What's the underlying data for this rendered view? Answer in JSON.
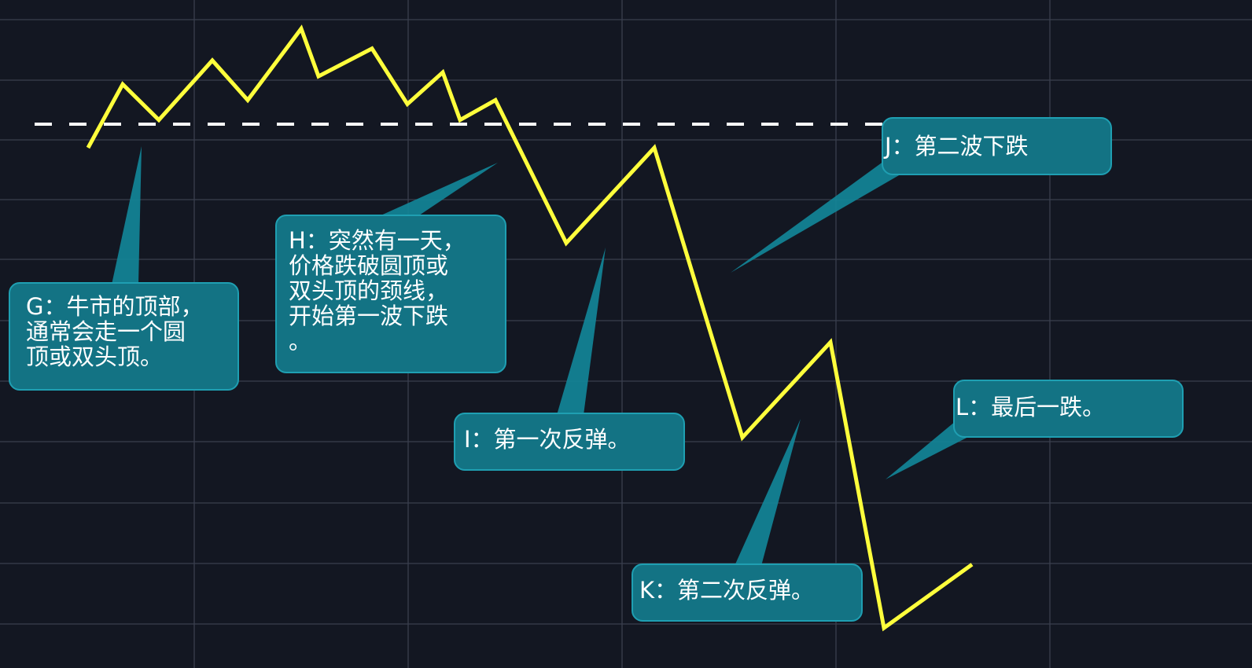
{
  "colors": {
    "background": "#131722",
    "grid": "#3a3f4e",
    "price_line": "#ffff3c",
    "neckline": "#ffffff",
    "callout_fill": "#137384",
    "callout_border": "#1f9fb2",
    "pointer_fill": "#13879a",
    "text": "#ffffff"
  },
  "chart_data": {
    "type": "line",
    "series": [
      {
        "values": [
          {
            "x": 0,
            "y": 0.0
          },
          {
            "x": 1,
            "y": 1.6
          },
          {
            "x": 2,
            "y": 0.7
          },
          {
            "x": 3,
            "y": 2.2
          },
          {
            "x": 4,
            "y": 1.2
          },
          {
            "x": 5,
            "y": 3.0
          },
          {
            "x": 6,
            "y": 1.8
          },
          {
            "x": 7,
            "y": 2.5
          },
          {
            "x": 8,
            "y": 1.1
          },
          {
            "x": 9,
            "y": 1.9
          },
          {
            "x": 10,
            "y": 0.7
          },
          {
            "x": 11,
            "y": 1.2
          },
          {
            "x": 12,
            "y": -2.4
          },
          {
            "x": 13,
            "y": 0.0
          },
          {
            "x": 14,
            "y": -7.3
          },
          {
            "x": 15,
            "y": -4.9
          },
          {
            "x": 16,
            "y": -12.1
          },
          {
            "x": 17,
            "y": -10.5
          }
        ]
      }
    ],
    "neckline": 0.5,
    "grid": true,
    "annotations": [
      {
        "id": "G",
        "text": "G：牛市的顶部，\n通常会走一个圆\n顶或双头顶。"
      },
      {
        "id": "H",
        "text": "H：突然有一天，\n价格跌破圆顶或\n双头顶的颈线，\n开始第一波下跌\n。"
      },
      {
        "id": "I",
        "text": "I：第一次反弹。"
      },
      {
        "id": "J",
        "text": "J：第二波下跌"
      },
      {
        "id": "K",
        "text": "K：第二次反弹。"
      },
      {
        "id": "L",
        "text": "L：最后一跌。"
      }
    ]
  }
}
